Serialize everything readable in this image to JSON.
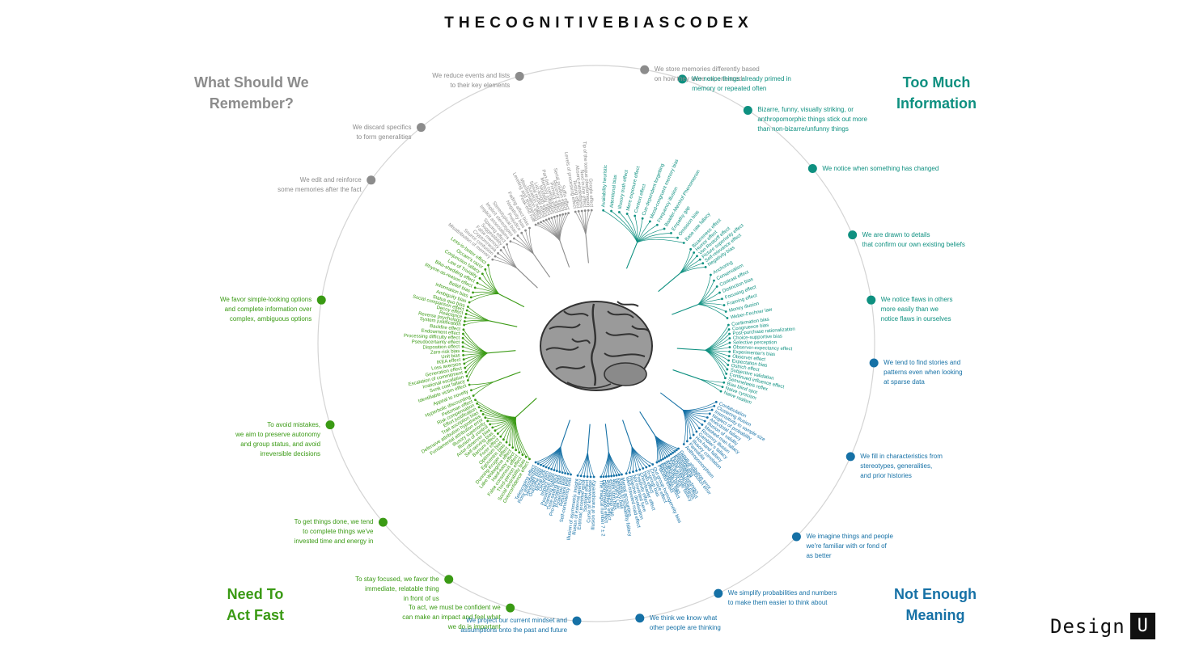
{
  "title": "THECOGNITIVEBIASCODEX",
  "quadrants": {
    "top_left": {
      "line1": "What Should We",
      "line2": "Remember?",
      "color": "#8c8c8c"
    },
    "top_right": {
      "line1": "Too Much",
      "line2": "Information",
      "color": "#0e9080"
    },
    "bottom_left": {
      "line1": "Need To",
      "line2": "Act Fast",
      "color": "#3a9a14"
    },
    "bottom_right": {
      "line1": "Not Enough",
      "line2": "Meaning",
      "color": "#1671a6"
    }
  },
  "annotations": [
    {
      "lines": [
        "We store memories differently based",
        "on how they were experienced"
      ],
      "color": "#8c8c8c"
    },
    {
      "lines": [
        "We reduce events and lists",
        "to their key elements"
      ],
      "color": "#8c8c8c"
    },
    {
      "lines": [
        "We discard specifics",
        "to form generalities"
      ],
      "color": "#8c8c8c"
    },
    {
      "lines": [
        "We edit and reinforce",
        "some memories after the fact"
      ],
      "color": "#8c8c8c"
    },
    {
      "lines": [
        "We favor simple-looking options",
        "and complete information over",
        "complex, ambiguous options"
      ],
      "color": "#3a9a14"
    },
    {
      "lines": [
        "To avoid mistakes,",
        "we aim to preserve autonomy",
        "and group status, and avoid",
        "irreversible decisions"
      ],
      "color": "#3a9a14"
    },
    {
      "lines": [
        "To get things done, we tend",
        "to complete things we've",
        "invested time and energy in"
      ],
      "color": "#3a9a14"
    },
    {
      "lines": [
        "To stay focused, we favor the",
        "immediate, relatable thing",
        "in front of us"
      ],
      "color": "#3a9a14"
    },
    {
      "lines": [
        "To act, we must be confident we",
        "can make an impact and feel what",
        "we do is important"
      ],
      "color": "#3a9a14"
    },
    {
      "lines": [
        "We project our current mindset and",
        "assumptions onto the past and future"
      ],
      "color": "#1671a6"
    },
    {
      "lines": [
        "We think we know what",
        "other people are thinking"
      ],
      "color": "#1671a6"
    },
    {
      "lines": [
        "We simplify probabilities and numbers",
        "to make them easier to think about"
      ],
      "color": "#1671a6"
    },
    {
      "lines": [
        "We imagine things and people",
        "we're familiar with or fond of",
        "as better"
      ],
      "color": "#1671a6"
    },
    {
      "lines": [
        "We fill in characteristics from",
        "stereotypes, generalities,",
        "and prior histories"
      ],
      "color": "#1671a6"
    },
    {
      "lines": [
        "We tend to find stories and",
        "patterns even when looking",
        "at sparse data"
      ],
      "color": "#1671a6"
    },
    {
      "lines": [
        "We notice flaws in others",
        "more easily than we",
        "notice flaws in ourselves"
      ],
      "color": "#0e9080"
    },
    {
      "lines": [
        "We are drawn to details",
        "that confirm our own existing beliefs"
      ],
      "color": "#0e9080"
    },
    {
      "lines": [
        "We notice when something has changed"
      ],
      "color": "#0e9080"
    },
    {
      "lines": [
        "Bizarre, funny, visually striking, or",
        "anthropomorphic things stick out more",
        "than non-bizarre/unfunny things"
      ],
      "color": "#0e9080"
    },
    {
      "lines": [
        "We notice things already primed in",
        "memory or repeated often"
      ],
      "color": "#0e9080"
    }
  ],
  "clusters": [
    {
      "color": "#0e9080",
      "labels": [
        "Availability heuristic",
        "Attentional bias",
        "Illusory truth effect",
        "Mere exposure effect",
        "Context effect",
        "Cue-dependent forgetting",
        "Mood-congruent memory bias",
        "Frequency illusion",
        "Baader-Meinhof Phenomenon",
        "Empathy gap",
        "Omission bias",
        "Base rate fallacy"
      ]
    },
    {
      "color": "#0e9080",
      "labels": [
        "Bizarreness effect",
        "Humor effect",
        "Von Restorff effect",
        "Picture superiority effect",
        "Self-relevance effect",
        "Negativity bias"
      ]
    },
    {
      "color": "#0e9080",
      "labels": [
        "Anchoring",
        "Conservatism",
        "Contrast effect",
        "Distinction bias",
        "Focusing effect",
        "Framing effect",
        "Money illusion",
        "Weber-Fechner law"
      ]
    },
    {
      "color": "#0e9080",
      "labels": [
        "Confirmation bias",
        "Congruence bias",
        "Post-purchase rationalization",
        "Choice-supportive bias",
        "Selective perception",
        "Observer-expectancy effect",
        "Experimenter's bias",
        "Observer effect",
        "Expectation bias",
        "Ostrich effect",
        "Subjective validation",
        "Continued influence effect",
        "Semmelweis reflex"
      ]
    },
    {
      "color": "#0e9080",
      "labels": [
        "Bias blind spot",
        "Naive cynicism",
        "Naive realism"
      ]
    },
    {
      "color": "#1671a6",
      "labels": [
        "Confabulation",
        "Clustering illusion",
        "Insensitivity to sample size",
        "Neglect of probability",
        "Anecdotal fallacy",
        "Illusion of validity",
        "Masked-man fallacy",
        "Recency illusion",
        "Gambler's fallacy",
        "Hot-hand fallacy",
        "Illusory correlation",
        "Pareidolia",
        "Anthropomorphism"
      ]
    },
    {
      "color": "#1671a6",
      "labels": [
        "Group attribution error",
        "Ultimate attribution error",
        "Stereotyping",
        "Essentialism",
        "Functional fixedness",
        "Moral credential effect",
        "Just-world hypothesis",
        "Argument from fallacy",
        "Authority bias",
        "Automation bias",
        "Bandwagon effect",
        "Placebo effect"
      ]
    },
    {
      "color": "#1671a6",
      "labels": [
        "Out-group homogeneity bias",
        "Cross-race effect",
        "In-group bias",
        "Halo effect",
        "Cheerleader effect",
        "Positivity effect",
        "Not invented here",
        "Reactive devaluation",
        "Well-traveled road effect"
      ]
    },
    {
      "color": "#1671a6",
      "labels": [
        "Mental accounting",
        "Appeal to probability fallacy",
        "Normalcy bias",
        "Murphy's Law",
        "Zero sum bias",
        "Survivorship bias",
        "Subadditivity effect",
        "Denomination effect",
        "The magical number 7 ± 2"
      ]
    },
    {
      "color": "#1671a6",
      "labels": [
        "Illusion of transparency",
        "Curse of knowledge",
        "Spotlight effect",
        "Extrinsic incentive error",
        "Illusion of external agency",
        "Illusion of asymmetric insight"
      ]
    },
    {
      "color": "#1671a6",
      "labels": [
        "Self-consistency bias",
        "Restraint bias",
        "Projection bias",
        "Pro-innovation bias",
        "Time-saving bias",
        "Planning fallacy",
        "Pessimism bias",
        "Impact bias",
        "Declinism",
        "Moral luck",
        "Outcome bias",
        "Hindsight bias",
        "Rosy retrospection",
        "Telescoping effect"
      ]
    },
    {
      "color": "#3a9a14",
      "labels": [
        "Overconfidence effect",
        "Social desirability bias",
        "Third-person effect",
        "False consensus effect",
        "Hard-easy effect",
        "Lake Wobegone effect",
        "Dunning-Kruger effect",
        "Egocentric bias",
        "Optimism bias",
        "Forer effect",
        "Barnum effect",
        "Self-serving bias",
        "Actor-observer bias",
        "Illusion of control",
        "Illusory superiority",
        "Fundamental attribution error",
        "Defensive attribution hypothesis",
        "Trait ascription bias",
        "Effort justification",
        "Risk compensation",
        "Peltzman effect"
      ]
    },
    {
      "color": "#3a9a14",
      "labels": [
        "Hyperbolic discounting",
        "Appeal to novelty",
        "Identifiable victim effect"
      ]
    },
    {
      "color": "#3a9a14",
      "labels": [
        "Sunk cost fallacy",
        "Irrational escalation",
        "Escalation of commitment",
        "Generation effect",
        "Loss aversion",
        "IKEA effect",
        "Unit bias",
        "Zero-risk bias",
        "Disposition effect",
        "Pseudocertainty effect",
        "Processing difficulty effect",
        "Endowment effect",
        "Backfire effect"
      ]
    },
    {
      "color": "#3a9a14",
      "labels": [
        "System justification",
        "Reverse psychology",
        "Reactance",
        "Decoy effect",
        "Social comparison effect",
        "Status quo bias"
      ]
    },
    {
      "color": "#3a9a14",
      "labels": [
        "Ambiguity bias",
        "Information bias",
        "Belief bias",
        "Rhyme-as-reason effect",
        "Bike-shedding effect",
        "Law of Triviality",
        "Conjunction fallacy",
        "Occam's razor",
        "Less-is-better effect"
      ]
    },
    {
      "color": "#8c8c8c",
      "labels": [
        "Misattribution of memory",
        "Source confusion",
        "Cryptomnesia",
        "False memory",
        "Suggestibility",
        "Spacing effect"
      ]
    },
    {
      "color": "#8c8c8c",
      "labels": [
        "Implicit associations",
        "Implicit stereotypes",
        "Stereotypical bias",
        "Prejudice",
        "Negativity bias",
        "Fading affect bias"
      ]
    },
    {
      "color": "#8c8c8c",
      "labels": [
        "Peak-end rule",
        "Leveling and sharpening",
        "Misinformation effect",
        "Duration neglect",
        "Serial recall effect",
        "List-length effect",
        "Modality effect",
        "Memory inhibition",
        "Part-list cueing effect",
        "Primacy effect",
        "Recency effect",
        "Serial position effect",
        "Suffix effect"
      ]
    },
    {
      "color": "#8c8c8c",
      "labels": [
        "Levels of processing effect",
        "Testing effect",
        "Absent-mindedness",
        "Next-in-line effect",
        "Tip of the tongue phenomenon",
        "Google effect"
      ]
    }
  ],
  "logo": {
    "text": "Design",
    "box": "U"
  }
}
